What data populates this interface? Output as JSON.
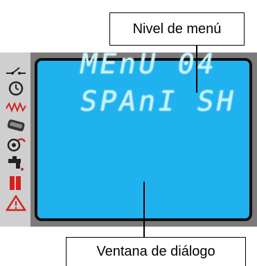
{
  "callouts": {
    "top_label": "Nivel de menú",
    "bottom_label": "Ventana de diálogo"
  },
  "lcd": {
    "line1": "MEnU 04",
    "line2": "SPAnI SH",
    "screen_color": "#1fb2ef",
    "text_color": "#c8f3ff"
  },
  "status_icons": [
    "switch-icon",
    "clock-icon",
    "heat-wave-icon",
    "filter-icon",
    "pump-icon",
    "tap-icon",
    "door-icon",
    "warning-icon"
  ]
}
